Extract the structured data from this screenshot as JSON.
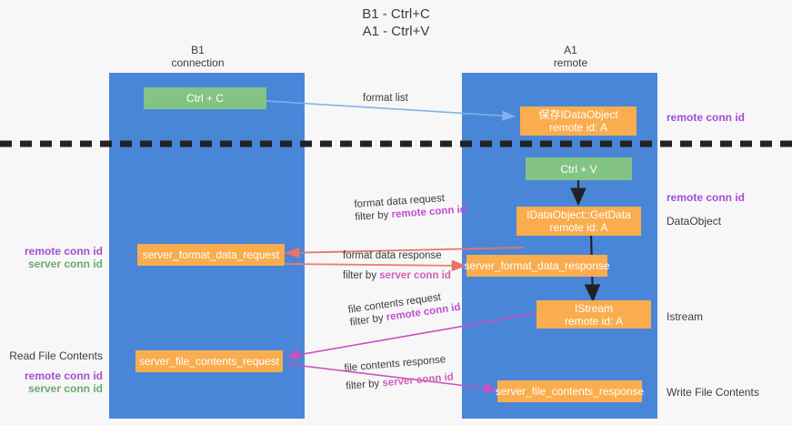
{
  "title": {
    "line1": "B1 - Ctrl+C",
    "line2": "A1 - Ctrl+V"
  },
  "columns": [
    {
      "name": "B1",
      "subtitle": "connection"
    },
    {
      "name": "A1",
      "subtitle": "remote"
    }
  ],
  "colors": {
    "lane": "#4a86d8",
    "green_node": "#83c383",
    "orange_node": "#f9ad4e",
    "remote_conn_id": "#a24fd0",
    "server_conn_id": "#6aa96a",
    "request_arrow": "#e8736b",
    "response_arrow": "#ef7d74",
    "format_list_arrow": "#7fb4e8",
    "file_arrow": "#cc4fc0",
    "black_arrow": "#222222"
  },
  "nodes": {
    "ctrl_c": {
      "line1": "Ctrl + C"
    },
    "save_idataobject": {
      "line1": "保存IDataObject",
      "line2": "remote id: A"
    },
    "ctrl_v": {
      "line1": "Ctrl + V"
    },
    "getdata": {
      "line1": "IDataObject::GetData",
      "line2": "remote id: A"
    },
    "server_format_data_request": {
      "line1": "server_format_data_request"
    },
    "server_format_data_response": {
      "line1": "server_format_data_response"
    },
    "istream": {
      "line1": "IStream",
      "line2": "remote id: A"
    },
    "server_file_contents_request": {
      "line1": "server_file_contents_request"
    },
    "server_file_contents_response": {
      "line1": "server_file_contents_response"
    }
  },
  "edge_labels": {
    "format_list": "format list",
    "format_data_request": "format data request",
    "format_data_request_filter_prefix": "filter by ",
    "format_data_request_filter_key": "remote conn id",
    "format_data_response": "format data response",
    "format_data_response_filter_prefix": "filter by ",
    "format_data_response_filter_key": "server conn id",
    "file_contents_request": "file contents request",
    "file_contents_request_filter_prefix": "filter by ",
    "file_contents_request_filter_key": "remote conn id",
    "file_contents_response": "file contents response",
    "file_contents_response_filter_prefix": "filter by ",
    "file_contents_response_filter_key": "server conn id"
  },
  "right_labels": {
    "remote_conn_id_top": "remote conn id",
    "remote_conn_id_mid": "remote conn id",
    "dataobject": "DataObject",
    "istream": "Istream",
    "write_file_contents": "Write File Contents"
  },
  "left_labels": {
    "remote_conn_id_mid": "remote conn id",
    "server_conn_id_mid": "server conn id",
    "read_file_contents": "Read File Contents",
    "remote_conn_id_bottom": "remote conn id",
    "server_conn_id_bottom": "server conn id"
  }
}
